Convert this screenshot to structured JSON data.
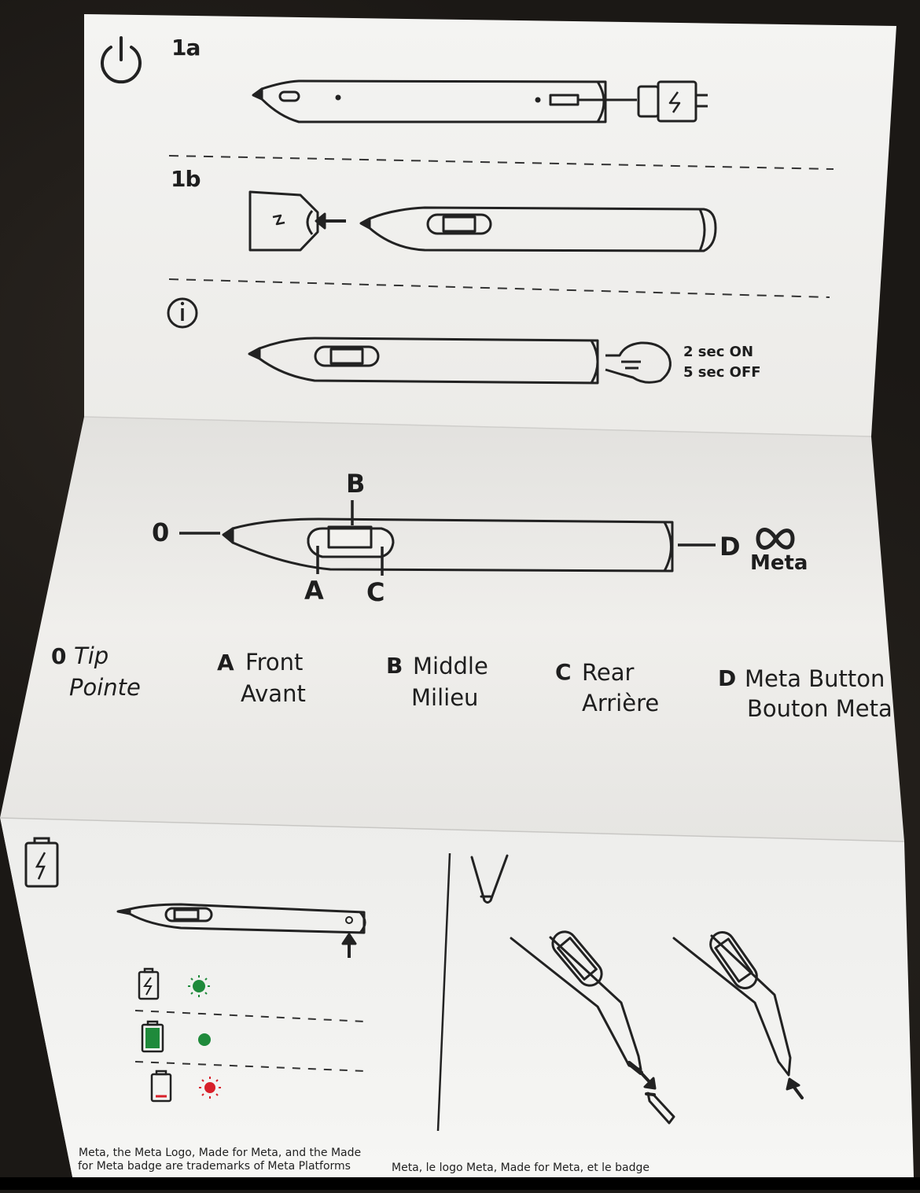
{
  "steps": {
    "step_1a": "1a",
    "step_1b": "1b",
    "timer_on": "2 sec ON",
    "timer_off": "5 sec OFF"
  },
  "diagram": {
    "label_0": "0",
    "label_a": "A",
    "label_b": "B",
    "label_c": "C",
    "label_d": "D",
    "meta_word": "Meta"
  },
  "legend": [
    {
      "key": "0",
      "en": "Tip",
      "fr": "Pointe"
    },
    {
      "key": "A",
      "en": "Front",
      "fr": "Avant"
    },
    {
      "key": "B",
      "en": "Middle",
      "fr": "Milieu"
    },
    {
      "key": "C",
      "en": "Rear",
      "fr": "Arrière"
    },
    {
      "key": "D",
      "en": "Meta Button",
      "fr": "Bouton Meta"
    }
  ],
  "battery_states": [
    {
      "icon": "battery-charging-icon",
      "led": "green-blinking",
      "color": "#1f8a3b"
    },
    {
      "icon": "battery-full-icon",
      "led": "green-solid",
      "color": "#1f8a3b"
    },
    {
      "icon": "battery-low-icon",
      "led": "red-blinking",
      "color": "#d8202a"
    }
  ],
  "legal": {
    "en_line1": "Meta, the Meta Logo, Made for Meta, and the Made",
    "en_line2": "for Meta badge are trademarks of Meta Platforms",
    "fr_line1": "Meta, le logo Meta, Made for Meta, et le badge"
  },
  "colors": {
    "paper": "#f3f3f1",
    "ink": "#222222",
    "led_green": "#1f8a3b",
    "led_red": "#d8202a"
  }
}
